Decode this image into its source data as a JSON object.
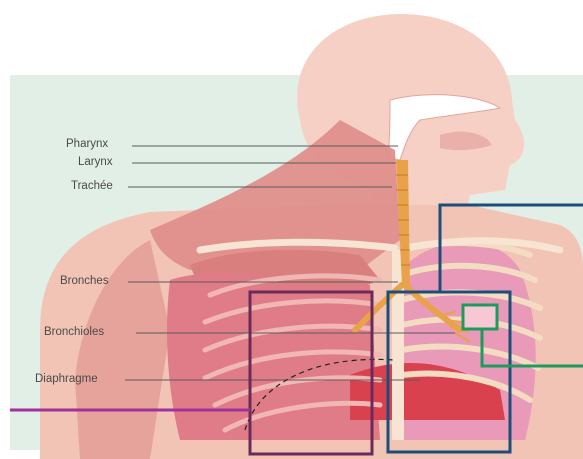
{
  "labels": {
    "pharynx": "Pharynx",
    "larynx": "Larynx",
    "trachee": "Trachée",
    "bronches": "Bronches",
    "bronchioles": "Bronchioles",
    "diaphragme": "Diaphragme"
  },
  "colors": {
    "background_panel": "#e2efe6",
    "skin": "#f2c4b6",
    "muscle": "#df8f8c",
    "lung": "#e89ab8",
    "rib": "#f3dcc2",
    "trachea": "#e8a24a",
    "diaphragm": "#d9414e",
    "frame_purple": "#6a2a5a",
    "frame_blue": "#1d4e7a",
    "frame_green": "#1f9a5e",
    "line_magenta": "#a0329a"
  }
}
